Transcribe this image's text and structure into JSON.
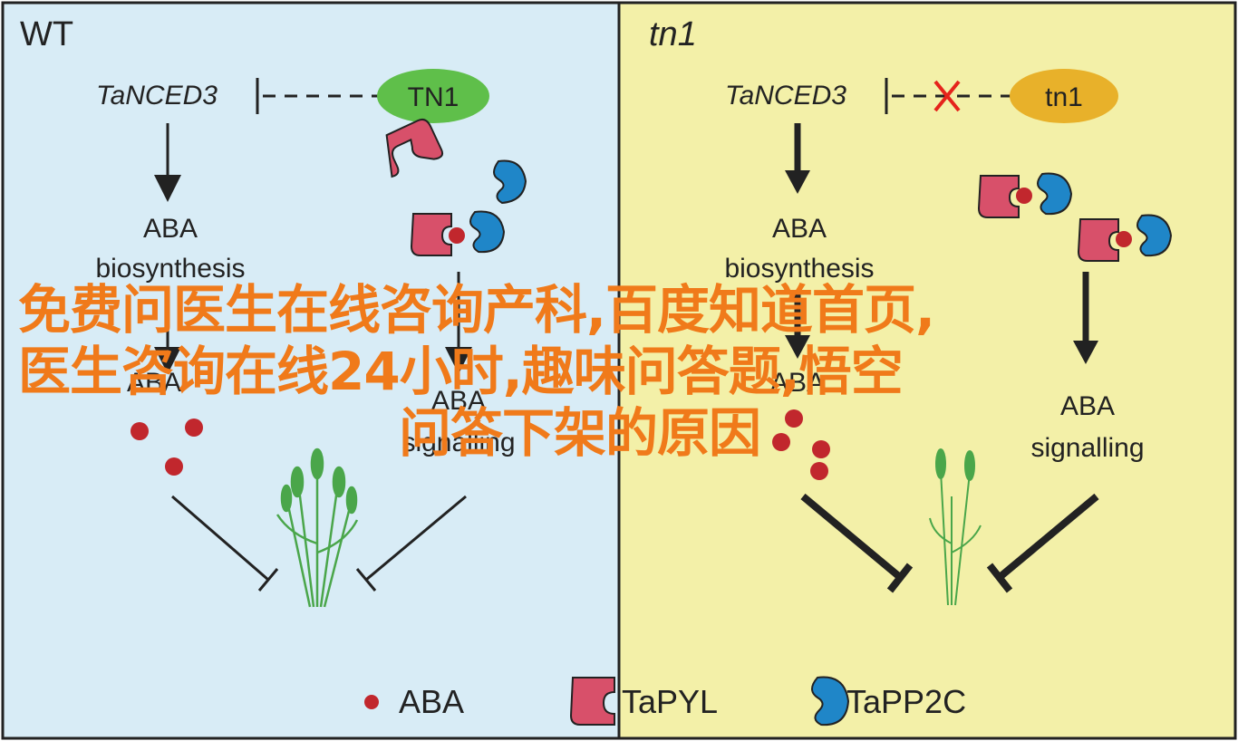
{
  "colors": {
    "wt_panel": "#d8ecf6",
    "tn1_panel": "#f3f0a8",
    "border": "#222222",
    "tn1_wt_ellipse": "#5fbf4a",
    "tn1_mut_ellipse": "#e8b12a",
    "aba_dot": "#c1272d",
    "pyl": "#d8506a",
    "pp2c": "#1f86c8",
    "cross": "#e5231b",
    "overlay_text": "#f07a1a",
    "plant": "#4aa64a"
  },
  "panels": {
    "wt": {
      "title": "WT",
      "gene": "TaNCED3",
      "protein": "TN1",
      "biosynthesis": [
        "ABA",
        "biosynthesis"
      ],
      "aba": "ABA",
      "signalling": [
        "ABA",
        "signalling"
      ]
    },
    "tn1": {
      "title": "tn1",
      "gene": "TaNCED3",
      "protein": "tn1",
      "biosynthesis": [
        "ABA",
        "biosynthesis"
      ],
      "aba": "ABA",
      "signalling": [
        "ABA",
        "signalling"
      ]
    }
  },
  "legend": {
    "aba": "ABA",
    "pyl": "TaPYL",
    "pp2c": "TaPP2C",
    "aba_icon": "dot-icon",
    "pyl_icon": "pyl-receptor-icon",
    "pp2c_icon": "pp2c-phosphatase-icon"
  },
  "overlay": {
    "line1": "免费问医生在线咨询产科,百度知道首页,",
    "line2": "医生咨询在线24小时,趣味问答题,悟空",
    "line3": "问答下架的原因"
  }
}
